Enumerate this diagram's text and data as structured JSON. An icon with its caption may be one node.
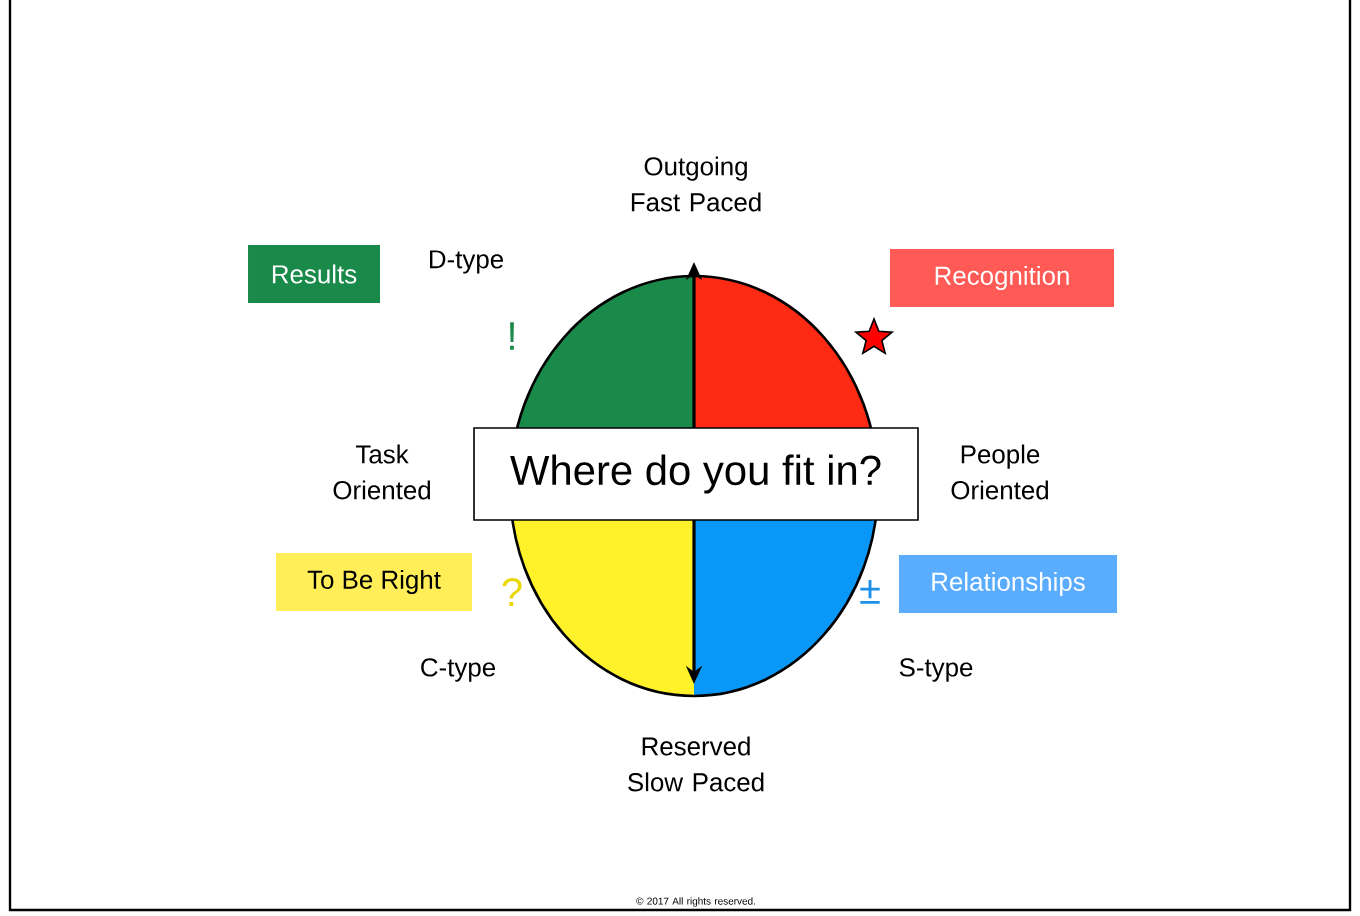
{
  "diagram": {
    "nodes": [
      {
        "text": [
          "Results"
        ]
      },
      {
        "text": [
          "Recognition"
        ]
      },
      {
        "text": [
          "Where do you fit in?"
        ]
      },
      {
        "text": [
          "To Be Right"
        ]
      },
      {
        "text": [
          "Relationships"
        ]
      }
    ],
    "labels": [
      "Outgoing Fast Paced",
      "D-type",
      "!",
      "Task Oriented",
      "People Oriented",
      "?",
      "±",
      "C-type",
      "S-type",
      "Reserved Slow Paced",
      "© 2017 All rights reserved."
    ]
  }
}
